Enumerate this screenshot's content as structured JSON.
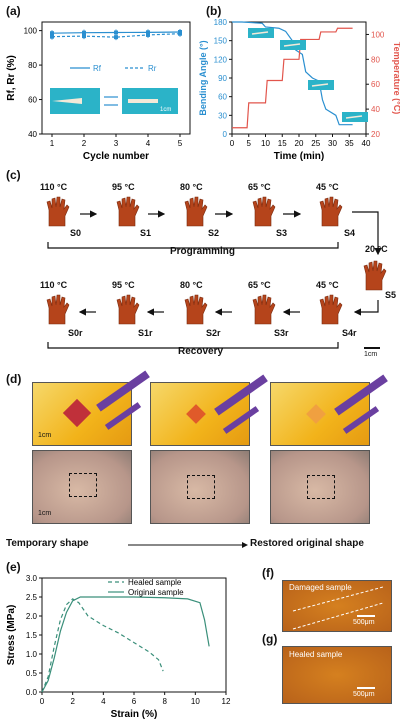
{
  "panel_labels": {
    "a": "(a)",
    "b": "(b)",
    "c": "(c)",
    "d": "(d)",
    "e": "(e)",
    "f": "(f)",
    "g": "(g)"
  },
  "colors": {
    "blue": "#2a8fd0",
    "red": "#e2554c",
    "teal": "#3a8f7a",
    "copper": "#b5441b",
    "thermal_yellow": "#f5c21b",
    "thermal_purple": "#6a3fa0"
  },
  "chart_data": [
    {
      "id": "a",
      "type": "line",
      "x": [
        1,
        2,
        3,
        4,
        5
      ],
      "series": [
        {
          "name": "R_f",
          "values": [
            98.5,
            98.8,
            98.9,
            99.0,
            99.2
          ],
          "style": "solid"
        },
        {
          "name": "R_r",
          "values": [
            96.5,
            96.8,
            96.2,
            97.5,
            98.2
          ],
          "style": "dashed"
        }
      ],
      "xlabel": "Cycle number",
      "ylabel": "Rf, Rr (%)",
      "ylim": [
        40,
        105
      ],
      "xticks": [
        "1",
        "2",
        "3",
        "4",
        "5"
      ],
      "yticks": [
        "40",
        "60",
        "80",
        "100"
      ],
      "legend": [
        "Rf",
        "Rr"
      ],
      "inset_scale": "1cm"
    },
    {
      "id": "b",
      "type": "line",
      "x_ticks": [
        "0",
        "5",
        "10",
        "15",
        "20",
        "25",
        "30",
        "35",
        "40"
      ],
      "xlim": [
        0,
        40
      ],
      "xlabel": "Time (min)",
      "ylabel_left": "Bending Angle (°)",
      "ylim_left": [
        0,
        180
      ],
      "yticks_left": [
        "0",
        "30",
        "60",
        "90",
        "120",
        "150",
        "180"
      ],
      "ylabel_right": "Temperature (°C)",
      "ylim_right": [
        20,
        110
      ],
      "yticks_right": [
        "20",
        "40",
        "60",
        "80",
        "100"
      ],
      "series": [
        {
          "name": "Bending Angle",
          "axis": "left",
          "x": [
            0,
            3,
            9,
            10,
            14,
            16,
            18,
            19,
            21,
            22,
            24,
            26,
            27,
            28,
            31,
            32,
            36
          ],
          "values": [
            180,
            180,
            178,
            172,
            170,
            165,
            150,
            135,
            128,
            100,
            90,
            85,
            55,
            40,
            30,
            15,
            15
          ]
        },
        {
          "name": "Temperature",
          "axis": "right",
          "x": [
            0,
            4.5,
            5,
            10,
            10.5,
            15,
            15.5,
            20,
            20.5,
            26,
            26.5,
            31,
            31.5,
            36
          ],
          "values": [
            25,
            25,
            45,
            45,
            63,
            63,
            80,
            80,
            96,
            96,
            102,
            102,
            105,
            105
          ]
        }
      ]
    },
    {
      "id": "e",
      "type": "line",
      "xlabel": "Strain (%)",
      "ylabel": "Stress (MPa)",
      "xlim": [
        0,
        12
      ],
      "ylim": [
        0,
        3
      ],
      "xticks": [
        "0",
        "2",
        "4",
        "6",
        "8",
        "10",
        "12"
      ],
      "yticks": [
        "0.0",
        "0.5",
        "1.0",
        "1.5",
        "2.0",
        "2.5",
        "3.0"
      ],
      "series": [
        {
          "name": "Healed sample",
          "style": "dashed",
          "x": [
            0,
            0.4,
            0.8,
            1.2,
            1.6,
            2.0,
            2.4,
            3.0,
            4.0,
            5.0,
            6.0,
            7.0,
            7.6,
            7.9
          ],
          "values": [
            0,
            0.4,
            1.2,
            1.9,
            2.3,
            2.45,
            2.35,
            2.0,
            1.75,
            1.55,
            1.3,
            1.05,
            0.85,
            0.55
          ]
        },
        {
          "name": "Original sample",
          "style": "solid",
          "x": [
            0,
            0.4,
            0.8,
            1.2,
            1.6,
            2.0,
            2.5,
            3.0,
            4.0,
            6.0,
            8.0,
            9.5,
            10.3,
            10.6,
            10.9
          ],
          "values": [
            0,
            0.3,
            0.9,
            1.6,
            2.1,
            2.4,
            2.5,
            2.5,
            2.5,
            2.5,
            2.48,
            2.45,
            2.35,
            1.9,
            1.2
          ]
        }
      ]
    }
  ],
  "panel_c": {
    "stages_top": [
      {
        "temp": "110 °C",
        "label": "S0"
      },
      {
        "temp": "95 °C",
        "label": "S1"
      },
      {
        "temp": "80 °C",
        "label": "S2"
      },
      {
        "temp": "65 °C",
        "label": "S3"
      },
      {
        "temp": "45 °C",
        "label": "S4"
      }
    ],
    "stage_mid": {
      "temp": "20 °C",
      "label": "S5"
    },
    "stages_bottom": [
      {
        "temp": "110 °C",
        "label": "S0r"
      },
      {
        "temp": "95 °C",
        "label": "S1r"
      },
      {
        "temp": "80 °C",
        "label": "S2r"
      },
      {
        "temp": "65 °C",
        "label": "S3r"
      },
      {
        "temp": "45 °C",
        "label": "S4r"
      }
    ],
    "programming": "Programming",
    "recovery": "Recovery",
    "scale": "1cm"
  },
  "panel_d": {
    "scale_top": "1cm",
    "scale_bottom": "1cm",
    "temporary": "Temporary shape",
    "restored": "Restored original shape"
  },
  "panel_f": {
    "caption": "Damaged sample",
    "scale": "500μm"
  },
  "panel_g": {
    "caption": "Healed sample",
    "scale": "500μm"
  }
}
